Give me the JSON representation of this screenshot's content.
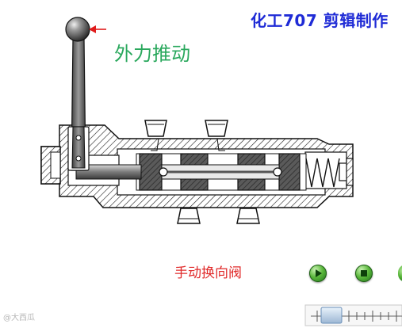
{
  "header": {
    "brand_title": "化工707 剪辑制作"
  },
  "annotation": {
    "force_label": "外力推动"
  },
  "caption": {
    "valve_name": "手动换向阀"
  },
  "controls": {
    "play_icon": "play-icon",
    "stop_icon": "stop-icon"
  },
  "watermark": {
    "text": "@大西瓜"
  },
  "colors": {
    "brand": "#1f2bd6",
    "force_label": "#2aa85d",
    "caption": "#e02a2a",
    "spool": "#4a4a4a",
    "handle": "#666666",
    "arrow": "#e01b1b",
    "button": "#3c9a2d"
  }
}
